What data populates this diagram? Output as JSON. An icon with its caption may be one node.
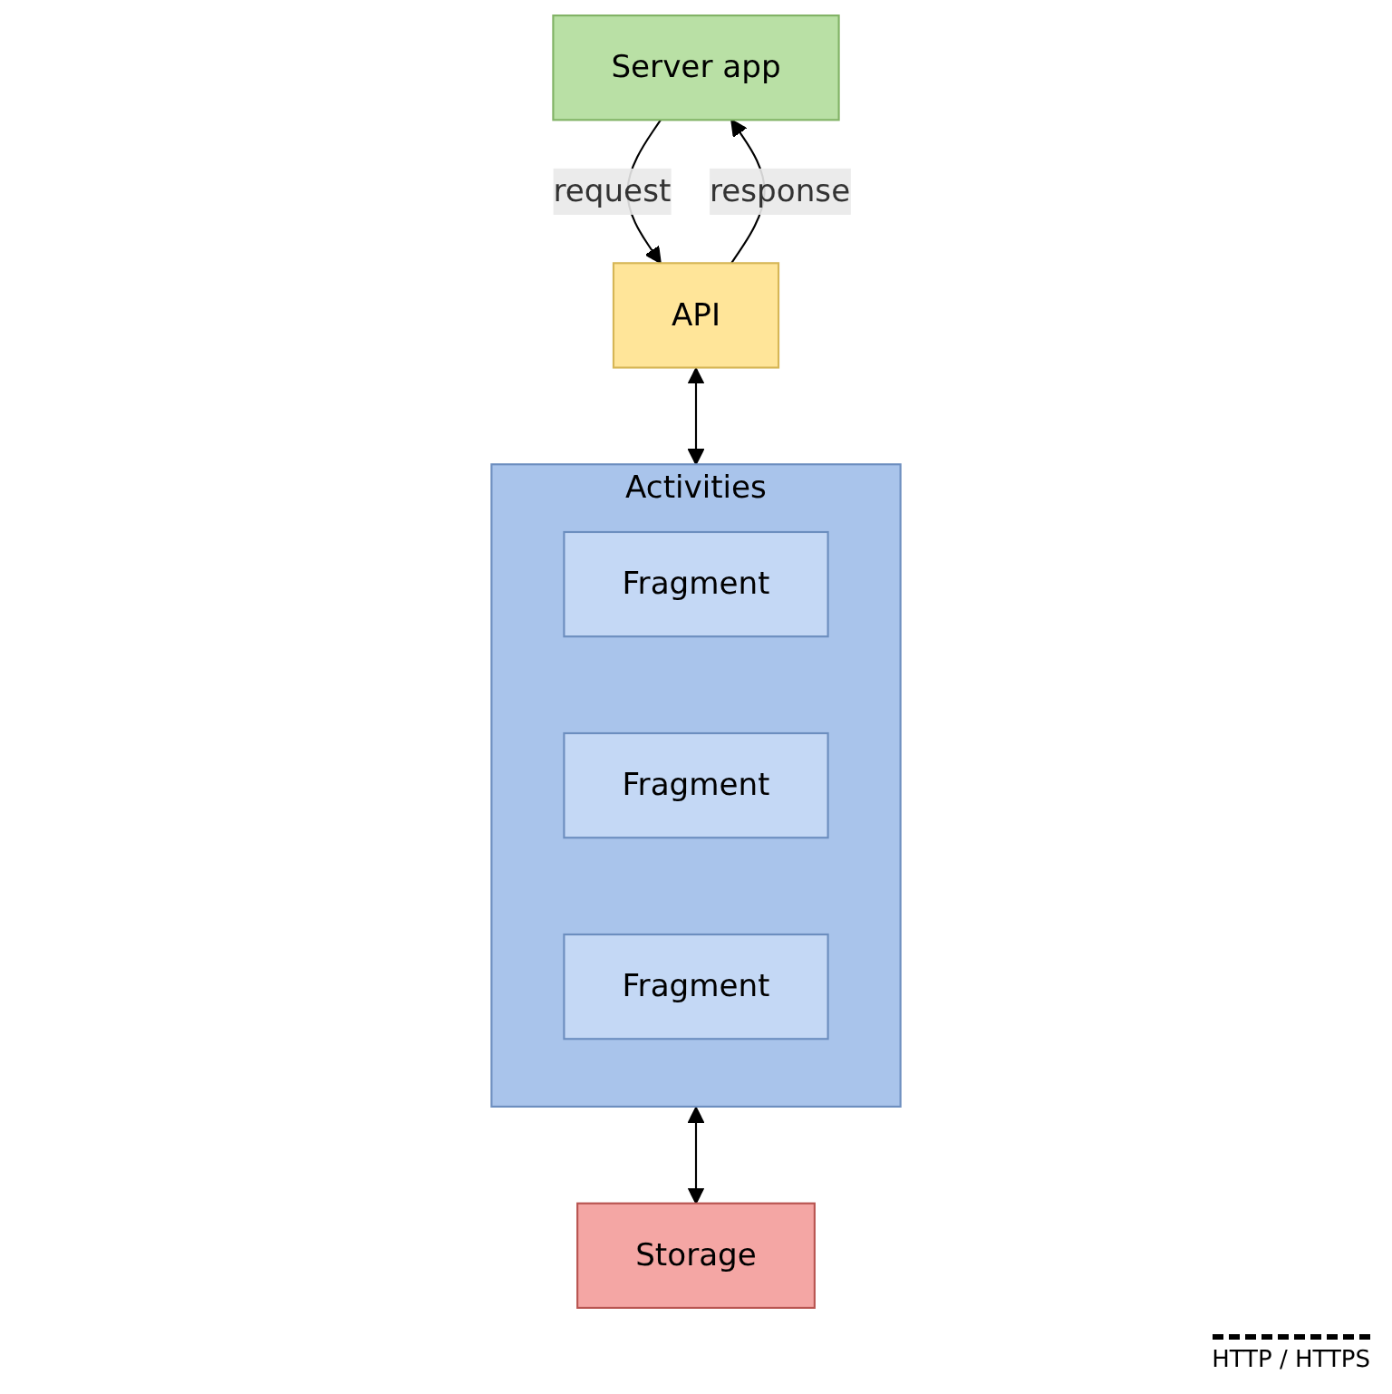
{
  "diagram": {
    "nodes": [
      {
        "text": [
          "Server app"
        ]
      },
      {
        "text": [
          "API"
        ]
      },
      {
        "text": [
          "Activities"
        ]
      },
      {
        "text": [
          "Fragment"
        ],
        "in": 2
      },
      {
        "text": [
          "Fragment"
        ],
        "in": 2
      },
      {
        "text": [
          "Fragment"
        ],
        "in": 2
      },
      {
        "text": [
          "Storage"
        ]
      }
    ],
    "edges": [
      {
        "from": 0,
        "to": 1,
        "arrow": "to",
        "label": "request"
      },
      {
        "from": 1,
        "to": 0,
        "arrow": "to",
        "label": "response"
      },
      {
        "from": 1,
        "to": 2,
        "arrow": "both"
      },
      {
        "from": 2,
        "to": 6,
        "arrow": "both"
      }
    ],
    "labels": [
      "HTTP / HTTPS"
    ]
  }
}
